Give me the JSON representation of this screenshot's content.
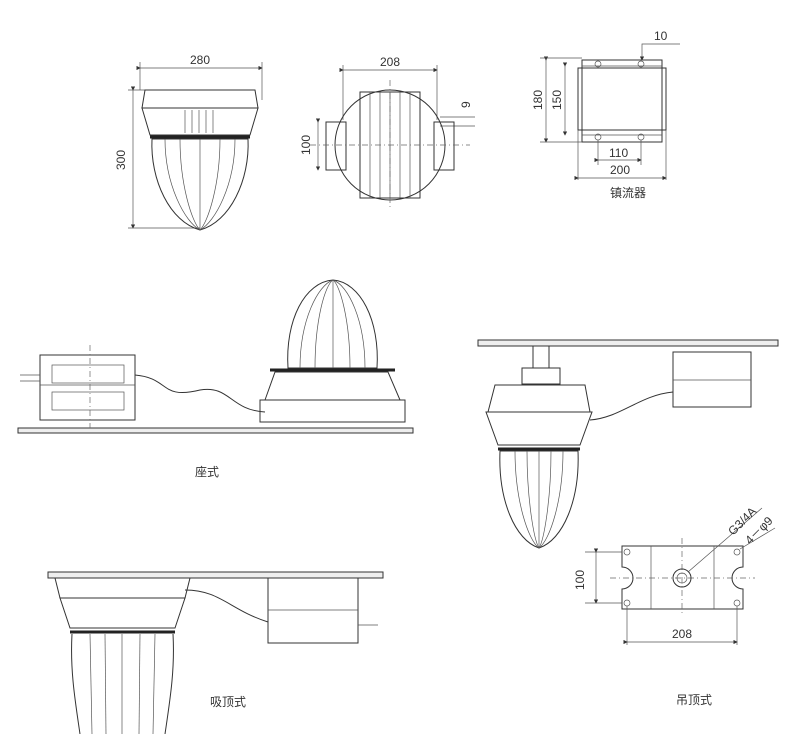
{
  "top_views": {
    "side_view": {
      "width_dim": "280",
      "height_dim": "300"
    },
    "top_view": {
      "width_dim": "208",
      "slot_dim": "9",
      "height_dim": "100"
    },
    "ballast": {
      "offset_dim": "10",
      "outer_height_dim": "180",
      "inner_height_dim": "150",
      "hole_spacing_dim": "110",
      "width_dim": "200",
      "caption": "镇流器"
    }
  },
  "mount_views": {
    "seat": {
      "caption": "座式"
    },
    "ceiling": {
      "caption": "吸顶式"
    },
    "pendant": {
      "caption": "吊顶式"
    }
  },
  "mounting_plate": {
    "thread_label": "G3/4A",
    "holes_label": "4－φ9",
    "height_dim": "100",
    "width_dim": "208"
  }
}
